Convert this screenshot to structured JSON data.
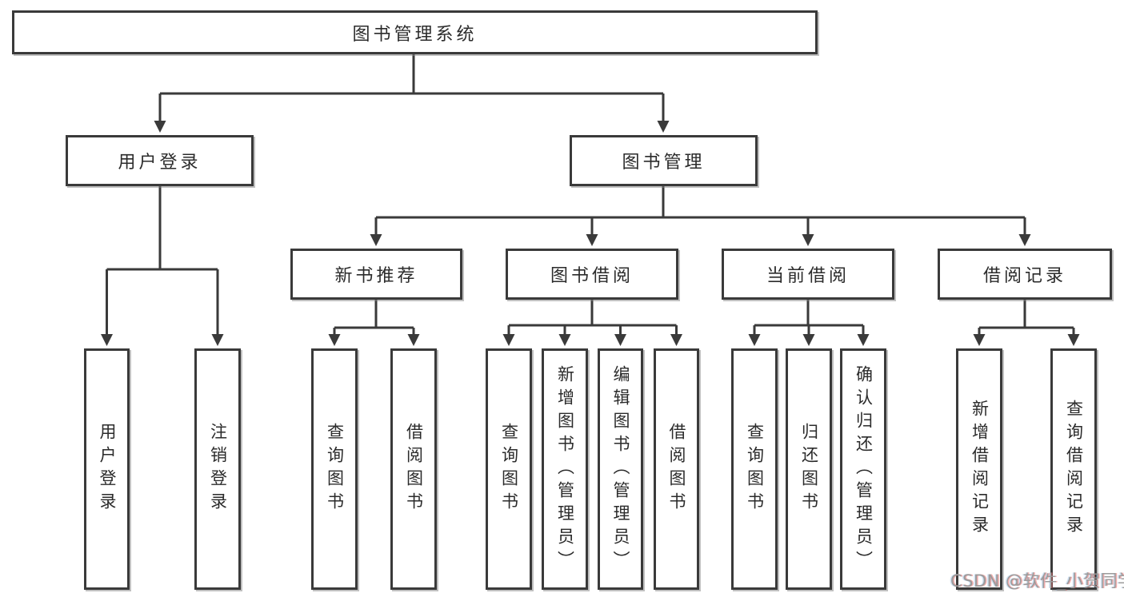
{
  "colors": {
    "line": "#3a3a3a",
    "text": "#2b2b2b",
    "background": "#ffffff",
    "watermark": "#9b9b9b"
  },
  "tree": {
    "root": {
      "label": "图书管理系统",
      "children": [
        {
          "label": "用户登录",
          "children": [
            {
              "label": "用户登录"
            },
            {
              "label": "注销登录"
            }
          ]
        },
        {
          "label": "图书管理",
          "children": [
            {
              "label": "新书推荐",
              "children": [
                {
                  "label": "查询图书"
                },
                {
                  "label": "借阅图书"
                }
              ]
            },
            {
              "label": "图书借阅",
              "children": [
                {
                  "label": "查询图书"
                },
                {
                  "label": "新增图书（管理员）"
                },
                {
                  "label": "编辑图书（管理员）"
                },
                {
                  "label": "借阅图书"
                }
              ]
            },
            {
              "label": "当前借阅",
              "children": [
                {
                  "label": "查询图书"
                },
                {
                  "label": "归还图书"
                },
                {
                  "label": "确认归还（管理员）"
                }
              ]
            },
            {
              "label": "借阅记录",
              "children": [
                {
                  "label": "新增借阅记录"
                },
                {
                  "label": "查询借阅记录"
                }
              ]
            }
          ]
        }
      ]
    }
  },
  "watermark": {
    "text": "CSDN @软件_小贺同学"
  }
}
